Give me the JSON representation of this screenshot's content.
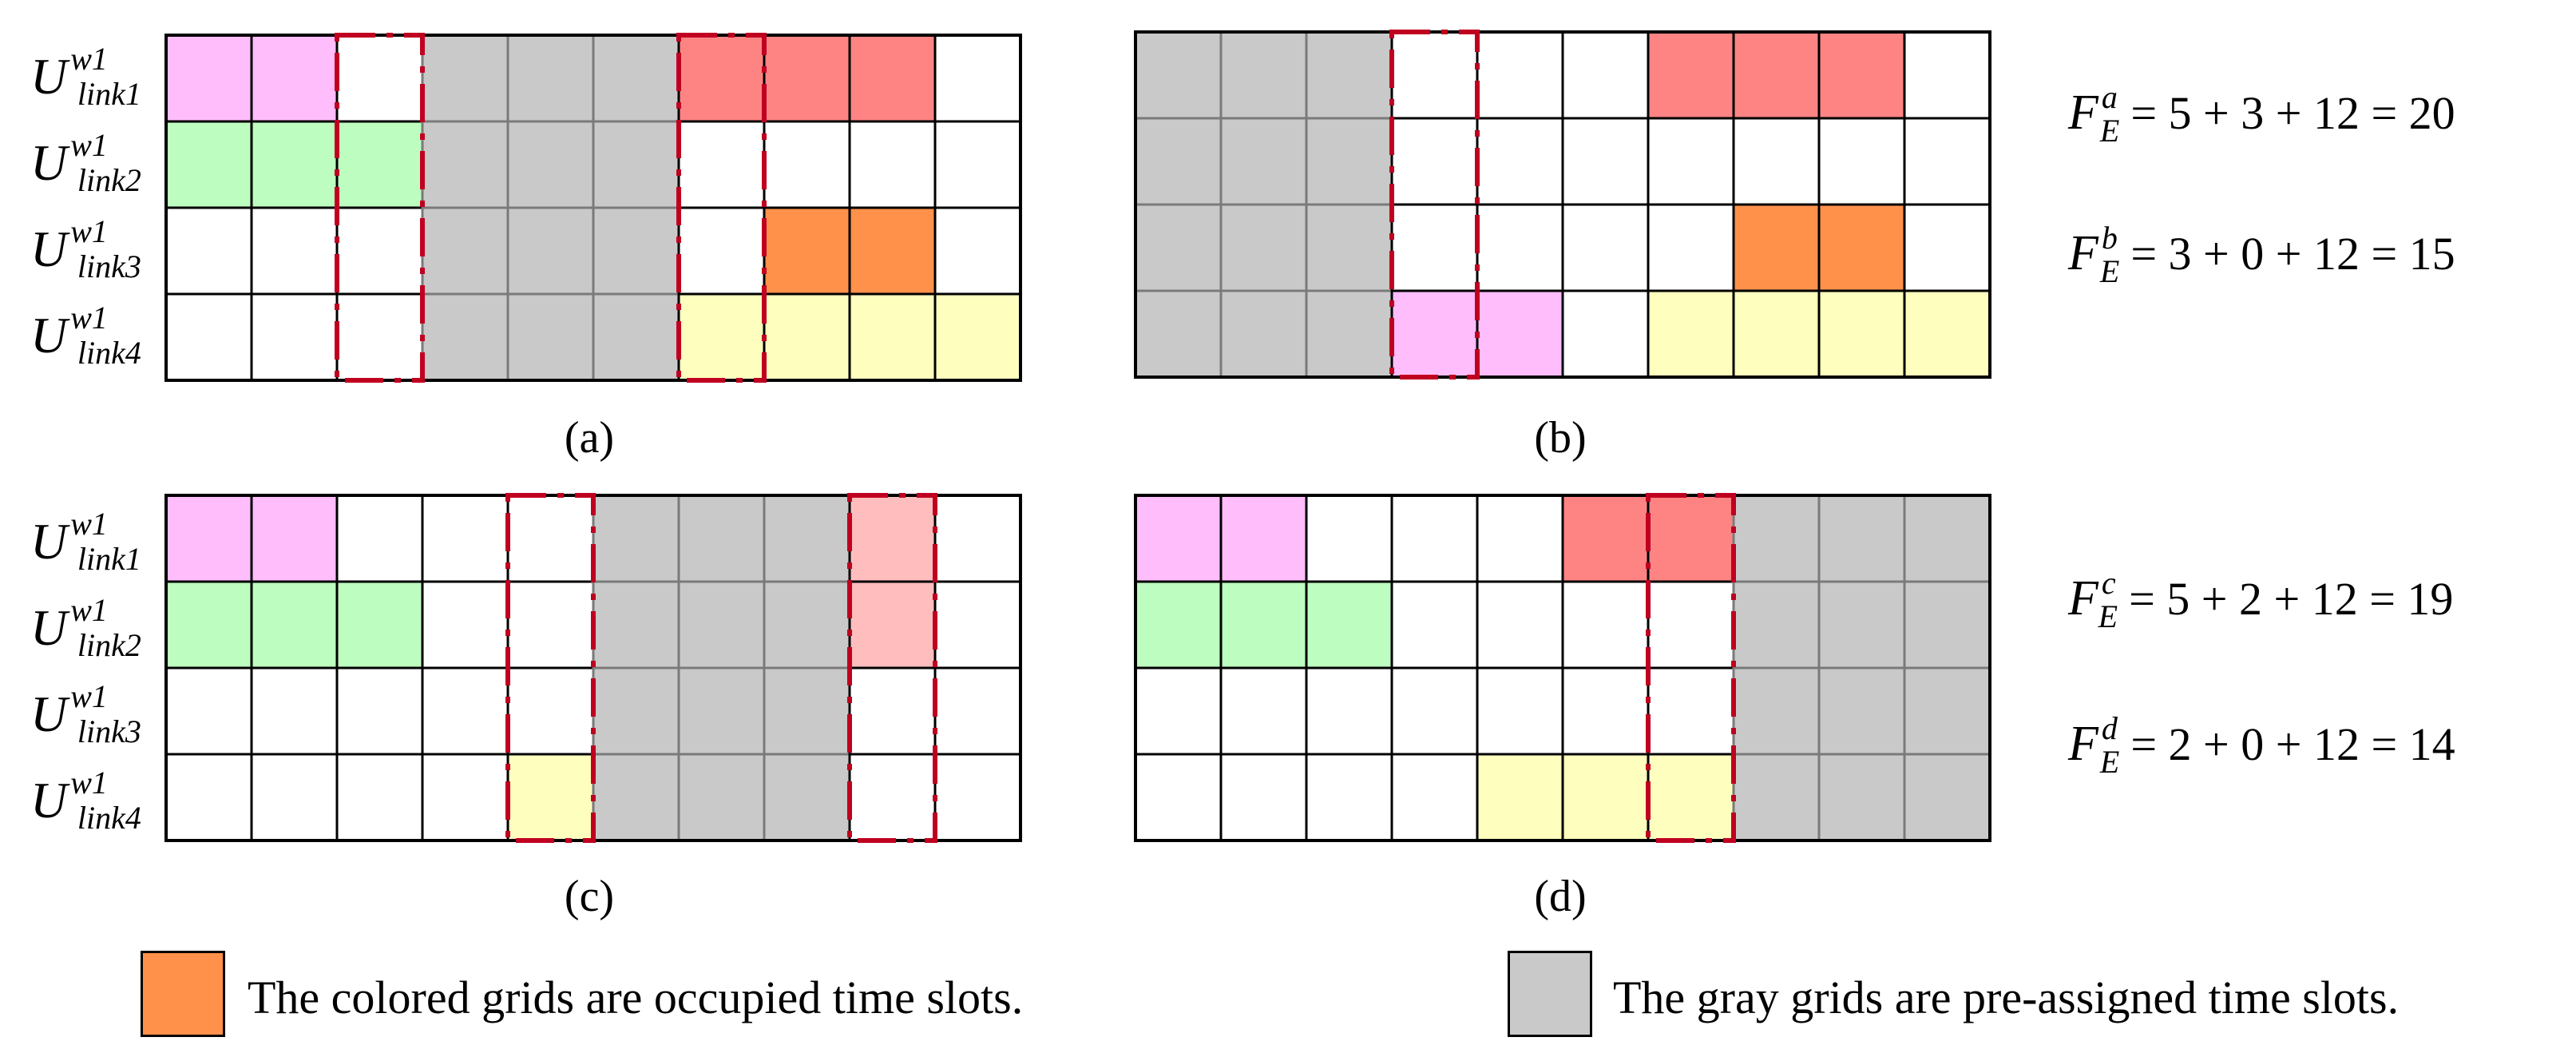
{
  "colors": {
    "pink": "#ffbdfb",
    "green": "#bdfdbf",
    "red": "#fe8484",
    "light_red": "#ffbdbd",
    "orange": "#ff914b",
    "yellow": "#fefebf",
    "gray": "#c9c9c9",
    "white": "#ffffff",
    "dashed_red": "#c00020"
  },
  "row_labels": [
    {
      "base": "U",
      "sup": "w1",
      "sub": "link1"
    },
    {
      "base": "U",
      "sup": "w1",
      "sub": "link2"
    },
    {
      "base": "U",
      "sup": "w1",
      "sub": "link3"
    },
    {
      "base": "U",
      "sup": "w1",
      "sub": "link4"
    }
  ],
  "panels": [
    {
      "id": "a",
      "caption": "(a)",
      "cells": [
        [
          "pink",
          "pink",
          "white",
          "gray",
          "gray",
          "gray",
          "red",
          "red",
          "red",
          "white"
        ],
        [
          "green",
          "green",
          "green",
          "gray",
          "gray",
          "gray",
          "white",
          "white",
          "white",
          "white"
        ],
        [
          "white",
          "white",
          "white",
          "gray",
          "gray",
          "gray",
          "white",
          "orange",
          "orange",
          "white"
        ],
        [
          "white",
          "white",
          "white",
          "gray",
          "gray",
          "gray",
          "yellow",
          "yellow",
          "yellow",
          "yellow"
        ]
      ],
      "dashed_columns": [
        2,
        6
      ]
    },
    {
      "id": "b",
      "caption": "(b)",
      "cells": [
        [
          "gray",
          "gray",
          "gray",
          "white",
          "white",
          "white",
          "red",
          "red",
          "red",
          "white"
        ],
        [
          "gray",
          "gray",
          "gray",
          "white",
          "white",
          "white",
          "white",
          "white",
          "white",
          "white"
        ],
        [
          "gray",
          "gray",
          "gray",
          "white",
          "white",
          "white",
          "white",
          "orange",
          "orange",
          "white"
        ],
        [
          "gray",
          "gray",
          "gray",
          "pink",
          "pink",
          "white",
          "yellow",
          "yellow",
          "yellow",
          "yellow"
        ]
      ],
      "dashed_columns": [
        3
      ]
    },
    {
      "id": "c",
      "caption": "(c)",
      "cells": [
        [
          "pink",
          "pink",
          "white",
          "white",
          "white",
          "gray",
          "gray",
          "gray",
          "light_red",
          "white"
        ],
        [
          "green",
          "green",
          "green",
          "white",
          "white",
          "gray",
          "gray",
          "gray",
          "light_red",
          "white"
        ],
        [
          "white",
          "white",
          "white",
          "white",
          "white",
          "gray",
          "gray",
          "gray",
          "white",
          "white"
        ],
        [
          "white",
          "white",
          "white",
          "white",
          "yellow",
          "gray",
          "gray",
          "gray",
          "white",
          "white"
        ]
      ],
      "dashed_columns": [
        4,
        8
      ]
    },
    {
      "id": "d",
      "caption": "(d)",
      "cells": [
        [
          "pink",
          "pink",
          "white",
          "white",
          "white",
          "red",
          "red",
          "gray",
          "gray",
          "gray"
        ],
        [
          "green",
          "green",
          "green",
          "white",
          "white",
          "white",
          "white",
          "gray",
          "gray",
          "gray"
        ],
        [
          "white",
          "white",
          "white",
          "white",
          "white",
          "white",
          "white",
          "gray",
          "gray",
          "gray"
        ],
        [
          "white",
          "white",
          "white",
          "white",
          "yellow",
          "yellow",
          "yellow",
          "gray",
          "gray",
          "gray"
        ]
      ],
      "dashed_columns": [
        6
      ]
    }
  ],
  "formulas": [
    {
      "sup": "a",
      "sub": "E",
      "expr": "= 5 + 3 + 12 = 20"
    },
    {
      "sup": "b",
      "sub": "E",
      "expr": "= 3 + 0 + 12 = 15"
    },
    {
      "sup": "c",
      "sub": "E",
      "expr": "= 5 + 2 + 12 = 19"
    },
    {
      "sup": "d",
      "sub": "E",
      "expr": "= 2 + 0 + 12 = 14"
    }
  ],
  "formula_base": "F",
  "legend": {
    "colored": {
      "color": "orange",
      "text": "The colored grids are occupied time slots."
    },
    "gray": {
      "color": "gray",
      "text": "The gray grids are pre-assigned time slots."
    }
  }
}
